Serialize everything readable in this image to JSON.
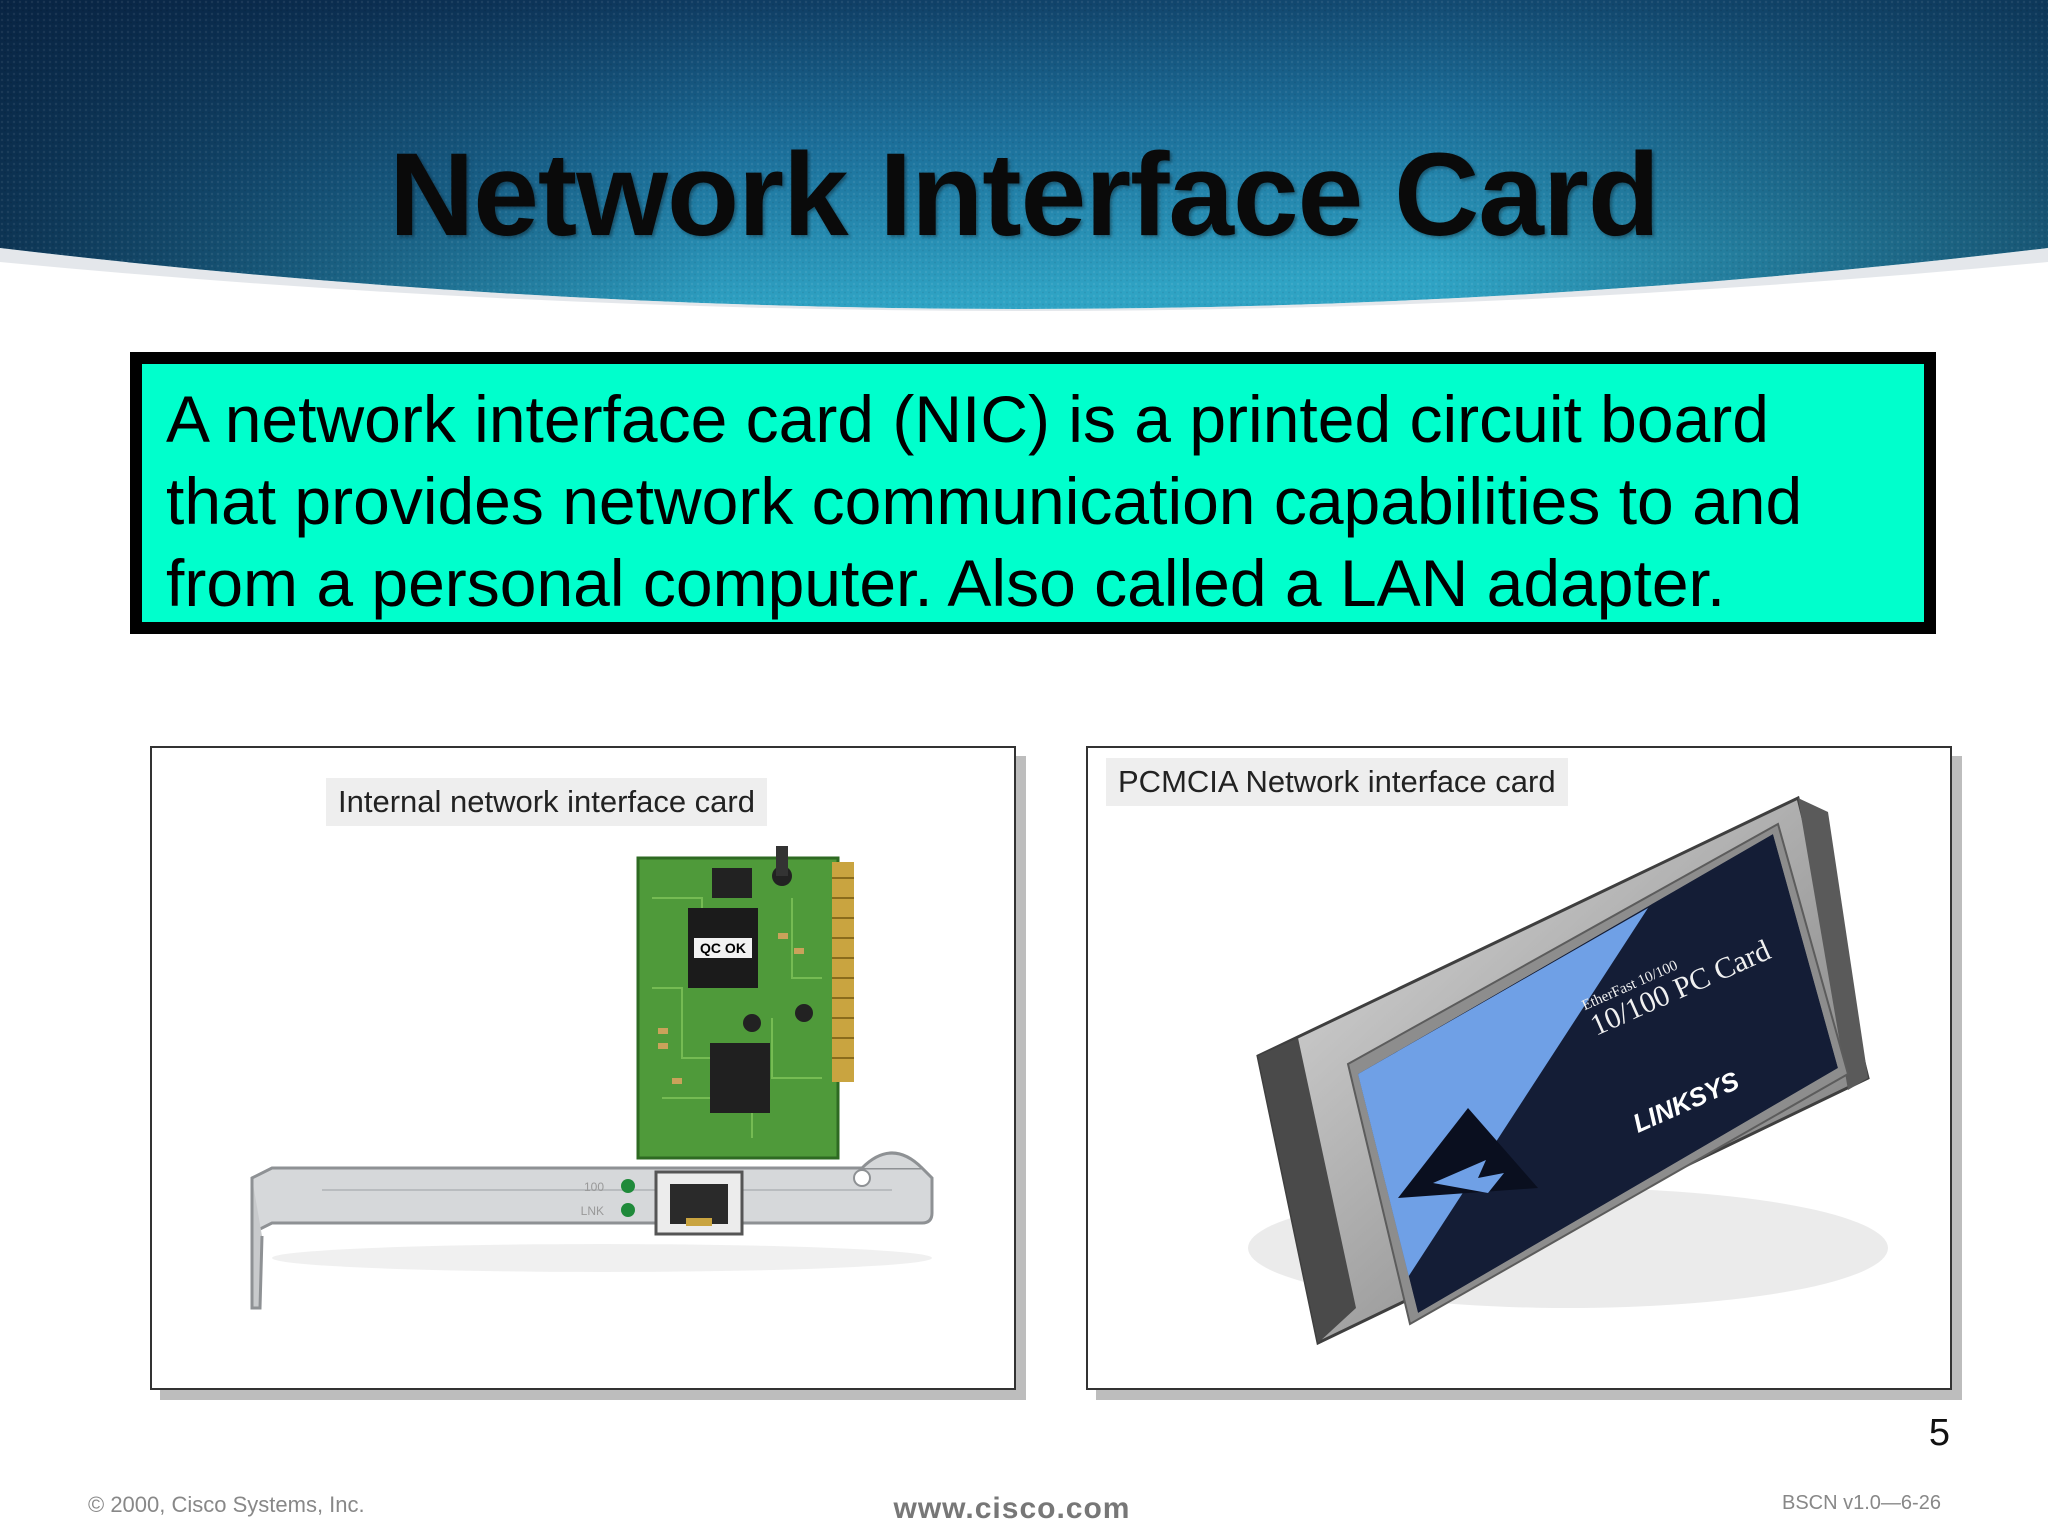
{
  "slide": {
    "title": "Network Interface Card",
    "definition_lines": [
      "A network interface card (NIC) is a printed circuit board",
      "that provides network communication capabilities to and",
      "from a personal computer.   Also called a LAN adapter."
    ],
    "page_number": "5"
  },
  "panels": {
    "internal": {
      "caption": "Internal network interface card",
      "chip_label": "QC OK",
      "led_labels": [
        "100",
        "LNK"
      ]
    },
    "pcmcia": {
      "caption": "PCMCIA Network interface card",
      "card_series": "EtherFast 10/100",
      "card_model": "10/100 PC Card",
      "card_brand": "LINKSYS"
    }
  },
  "footer": {
    "copyright": "© 2000, Cisco Systems, Inc.",
    "url": "www.cisco.com",
    "code": "BSCN v1.0—6-26"
  },
  "colors": {
    "banner_dark": "#0b2d52",
    "banner_light": "#2fa3c4",
    "definition_bg": "#00ffcc",
    "pcb_green": "#4f9a3a",
    "card_navy": "#141d36",
    "card_blue": "#6fa0e6"
  }
}
